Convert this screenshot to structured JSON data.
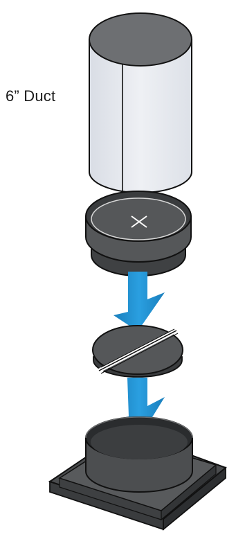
{
  "diagram": {
    "duct_label": "6” Duct",
    "parts": {
      "duct": "duct-pipe",
      "collar": "duct-collar-with-cap",
      "damper": "split-damper-disc",
      "base": "square-flange-base"
    },
    "icons": {
      "cap_mark": "x-mark-icon",
      "flow_arrow": "down-arrow-icon"
    },
    "colors": {
      "duct_fill": "#e6e9ef",
      "duct_top": "#6d6f72",
      "dark_gray": "#555759",
      "darker_gray": "#3f4143",
      "outline": "#111111",
      "arrow_blue": "#1f8ecf"
    }
  }
}
